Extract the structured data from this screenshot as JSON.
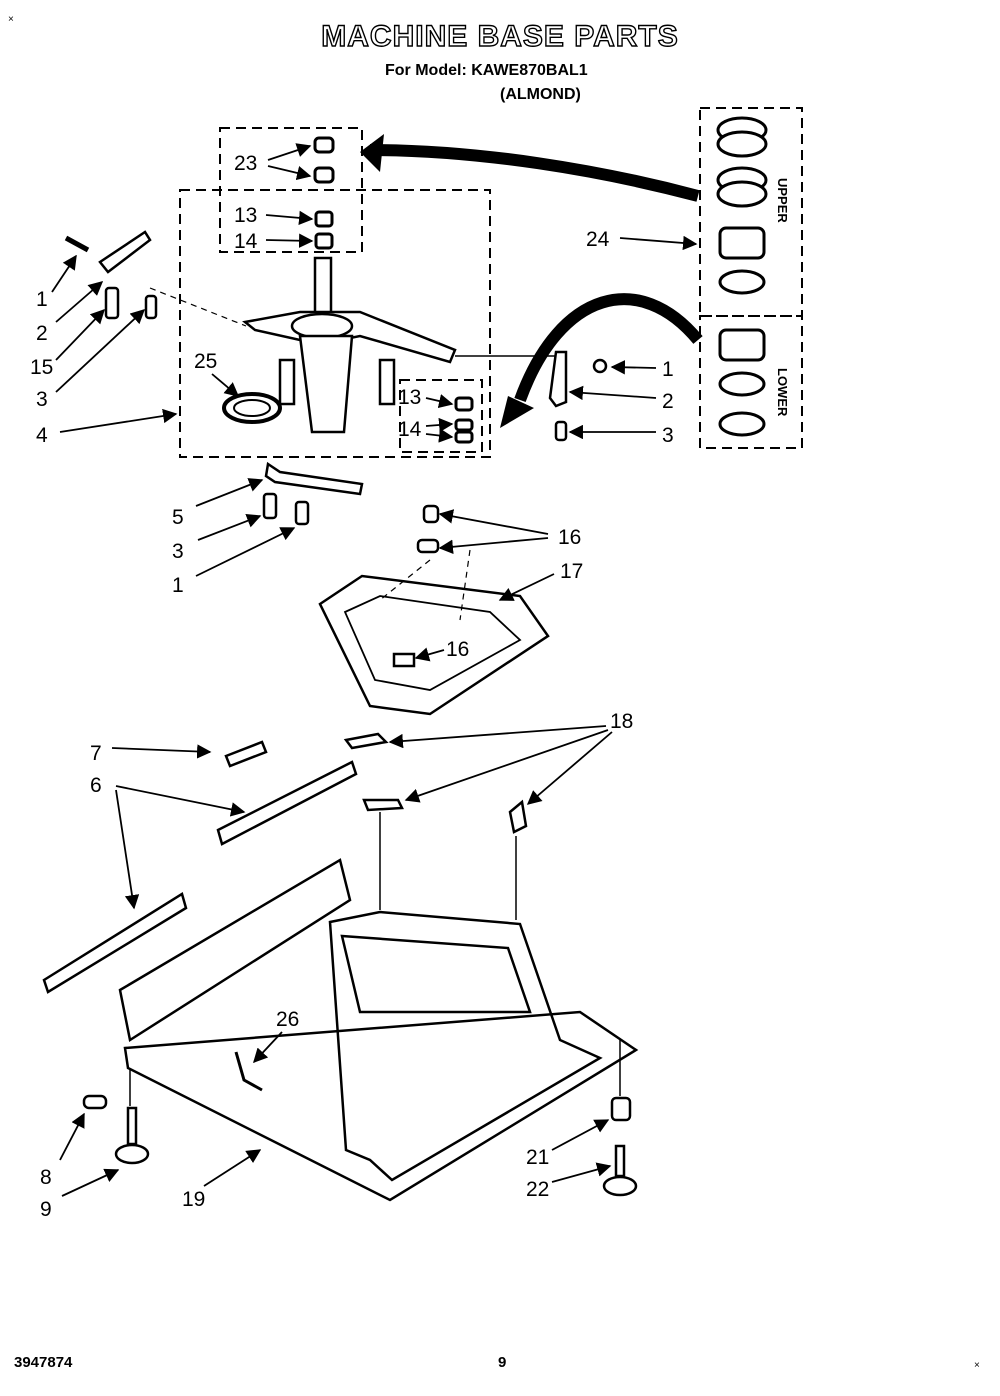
{
  "header": {
    "title": "MACHINE BASE PARTS",
    "model_line": "For Model: KAWE870BAL1",
    "color_line": "(ALMOND)",
    "corner_mark_top": "×",
    "corner_mark_bottom": "×"
  },
  "footer": {
    "doc_number": "3947874",
    "page_number": "9"
  },
  "kit_labels": {
    "upper": "UPPER",
    "lower": "LOWER"
  },
  "callouts": {
    "c23": "23",
    "c13a": "13",
    "c14a": "14",
    "c24": "24",
    "c1a": "1",
    "c2a": "2",
    "c15": "15",
    "c3a": "3",
    "c4": "4",
    "c25": "25",
    "c13b": "13",
    "c14b": "14",
    "c1b": "1",
    "c2b": "2",
    "c3b": "3",
    "c5": "5",
    "c3c": "3",
    "c1c": "1",
    "c16a": "16",
    "c17": "17",
    "c16b": "16",
    "c7": "7",
    "c6": "6",
    "c18": "18",
    "c26": "26",
    "c8": "8",
    "c9": "9",
    "c19": "19",
    "c21": "21",
    "c22": "22"
  }
}
